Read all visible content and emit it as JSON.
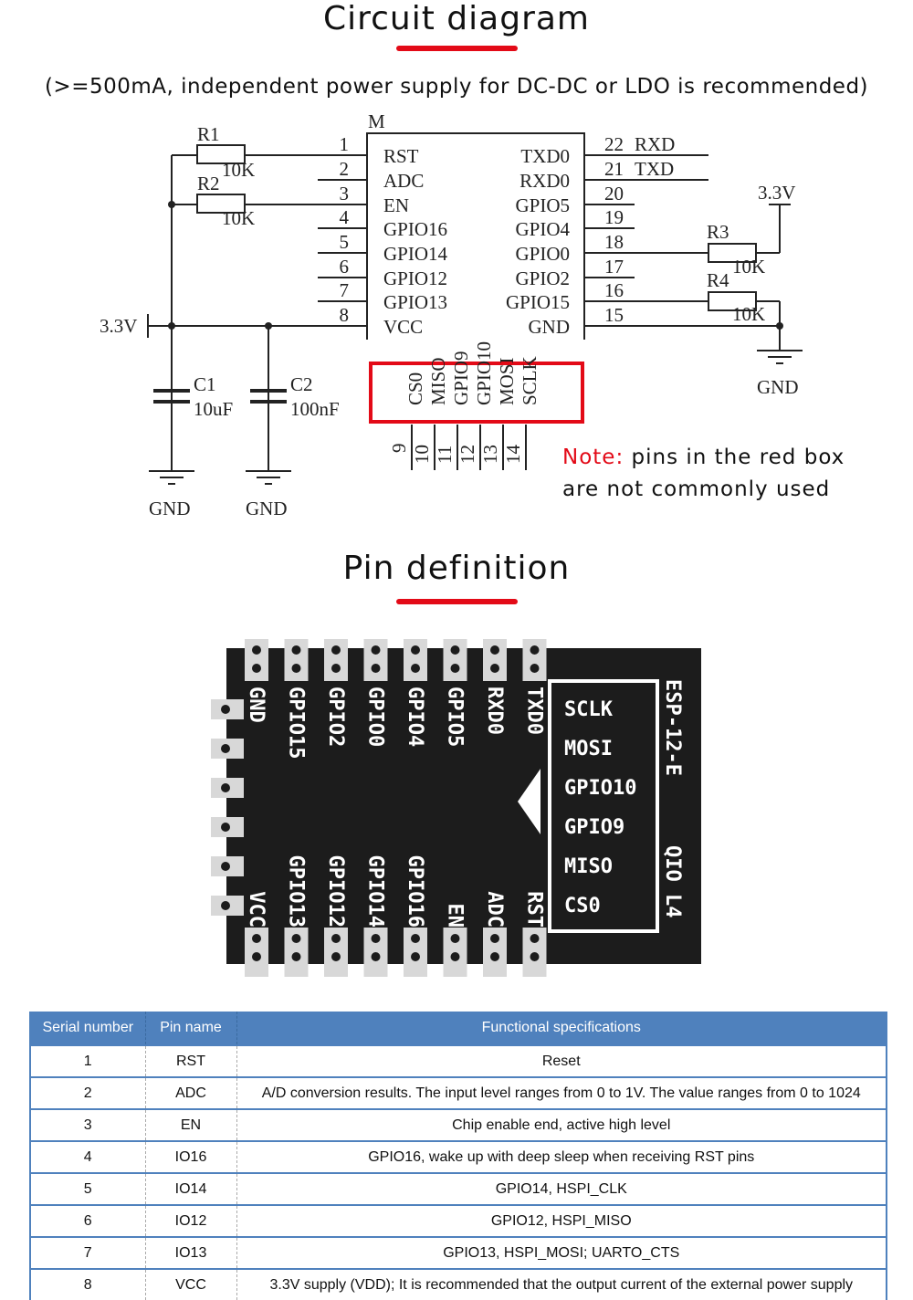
{
  "circuit": {
    "title": "Circuit diagram",
    "subtitle": "(>=500mA, independent power supply for DC-DC or LDO is recommended)",
    "accent_color": "#e30a17",
    "module_label": "M",
    "left_pins": [
      {
        "num": "1",
        "name": "RST"
      },
      {
        "num": "2",
        "name": "ADC"
      },
      {
        "num": "3",
        "name": "EN"
      },
      {
        "num": "4",
        "name": "GPIO16"
      },
      {
        "num": "5",
        "name": "GPIO14"
      },
      {
        "num": "6",
        "name": "GPIO12"
      },
      {
        "num": "7",
        "name": "GPIO13"
      },
      {
        "num": "8",
        "name": "VCC"
      }
    ],
    "right_pins": [
      {
        "num": "22",
        "name": "TXD0",
        "net": "RXD"
      },
      {
        "num": "21",
        "name": "RXD0",
        "net": "TXD"
      },
      {
        "num": "20",
        "name": "GPIO5",
        "net": ""
      },
      {
        "num": "19",
        "name": "GPIO4",
        "net": ""
      },
      {
        "num": "18",
        "name": "GPIO0",
        "net": ""
      },
      {
        "num": "17",
        "name": "GPIO2",
        "net": ""
      },
      {
        "num": "16",
        "name": "GPIO15",
        "net": ""
      },
      {
        "num": "15",
        "name": "GND",
        "net": ""
      }
    ],
    "bottom_pins": [
      {
        "num": "9",
        "name": "CS0"
      },
      {
        "num": "10",
        "name": "MISO"
      },
      {
        "num": "11",
        "name": "GPIO9"
      },
      {
        "num": "12",
        "name": "GPIO10"
      },
      {
        "num": "13",
        "name": "MOSI"
      },
      {
        "num": "14",
        "name": "SCLK"
      }
    ],
    "components": {
      "r1": {
        "ref": "R1",
        "value": "10K"
      },
      "r2": {
        "ref": "R2",
        "value": "10K"
      },
      "r3": {
        "ref": "R3",
        "value": "10K"
      },
      "r4": {
        "ref": "R4",
        "value": "10K"
      },
      "c1": {
        "ref": "C1",
        "value": "10uF"
      },
      "c2": {
        "ref": "C2",
        "value": "100nF"
      }
    },
    "power_label": "3.3V",
    "ground_label": "GND",
    "note_prefix": "Note:",
    "note_line1": " pins in the red box",
    "note_line2": "are not commonly used"
  },
  "pin_definition": {
    "title": "Pin definition",
    "module_name": "ESP-12-E",
    "module_sub": "QIO L4",
    "top_labels": [
      "GND",
      "GPIO15",
      "GPIO2",
      "GPIO0",
      "GPIO4",
      "GPIO5",
      "RXD0",
      "TXD0"
    ],
    "bottom_labels": [
      "VCC",
      "GPIO13",
      "GPIO12",
      "GPIO14",
      "GPIO16",
      "EN",
      "ADC",
      "RST"
    ],
    "boxed_labels": [
      "SCLK",
      "MOSI",
      "GPIO10",
      "GPIO9",
      "MISO",
      "CS0"
    ]
  },
  "table": {
    "header_color": "#4f81bd",
    "headers": [
      "Serial number",
      "Pin name",
      "Functional specifications"
    ],
    "rows": [
      [
        "1",
        "RST",
        "Reset"
      ],
      [
        "2",
        "ADC",
        "A/D conversion results. The input level ranges from 0 to 1V. The value ranges from 0 to 1024"
      ],
      [
        "3",
        "EN",
        "Chip enable end, active high level"
      ],
      [
        "4",
        "IO16",
        "GPIO16, wake up with deep sleep when receiving RST pins"
      ],
      [
        "5",
        "IO14",
        "GPIO14, HSPI_CLK"
      ],
      [
        "6",
        "IO12",
        "GPIO12, HSPI_MISO"
      ],
      [
        "7",
        "IO13",
        "GPIO13, HSPI_MOSI; UARTO_CTS"
      ],
      [
        "8",
        "VCC",
        "3.3V supply (VDD); It is recommended that the output current of the external power supply"
      ]
    ]
  }
}
